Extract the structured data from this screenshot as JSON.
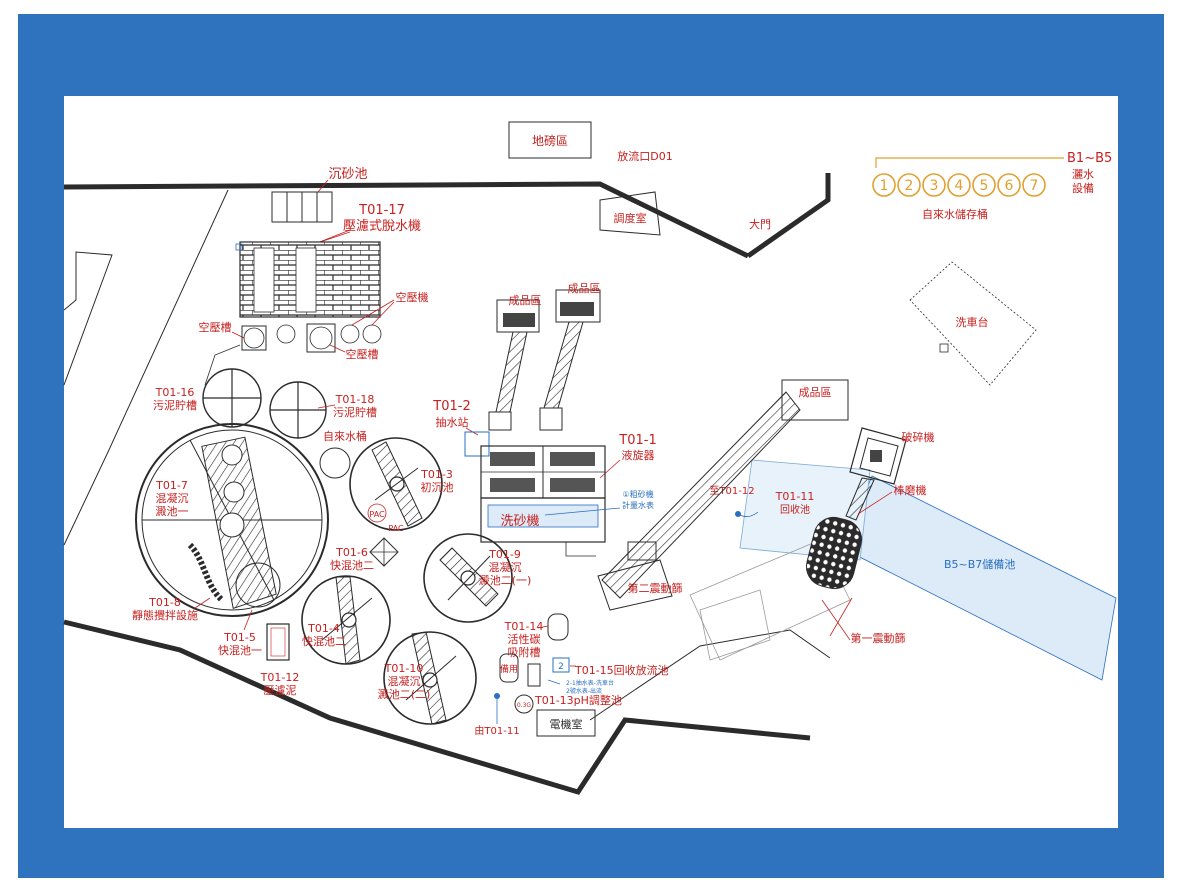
{
  "colors": {
    "border_blue": "#2f73bf",
    "wall": "#2b2b2b",
    "label_red": "#c8201f",
    "pipe_blue": "#2a6fc0",
    "tank_orange": "#e0a030",
    "pond_fill": "#dcebf7",
    "brick": "#b03a2e"
  },
  "top": {
    "soil_area": "地磅區",
    "outlet": "放流口D01",
    "dispatch_room": "調度室",
    "gate": "大門",
    "wash_platform": "洗車台"
  },
  "storage": {
    "b_label": "B1~B5",
    "equipment_line1": "灑水",
    "equipment_line2": "設備",
    "tanks": [
      "1",
      "2",
      "3",
      "4",
      "5",
      "6",
      "7"
    ],
    "caption": "自來水儲存桶"
  },
  "left_side": {
    "sand_pit": "沉砂池",
    "t01_17_id": "T01-17",
    "t01_17_name": "壓濾式脫水機",
    "air_compressor": "空壓機",
    "air_tank_left": "空壓槽",
    "air_tank_right": "空壓槽",
    "t01_16_id": "T01-16",
    "t01_16_name": "污泥貯槽",
    "t01_18_id": "T01-18",
    "t01_18_name": "污泥貯槽",
    "tap_water_bucket": "自來水桶",
    "t01_7_id": "T01-7",
    "t01_7_line1": "混凝沉",
    "t01_7_line2": "澱池一",
    "t01_8_id": "T01-8",
    "t01_8_name": "靜態攪拌設施",
    "t01_5_id": "T01-5",
    "t01_5_name": "快混池一",
    "t01_12_id": "T01-12",
    "t01_12_name": "壓濾泥"
  },
  "middle": {
    "product_area_left": "成品區",
    "product_area_right": "成品區",
    "t01_2_id": "T01-2",
    "t01_2_name": "抽水站",
    "t01_1_id": "T01-1",
    "t01_1_name": "液旋器",
    "t01_3_id": "T01-3",
    "t01_3_name": "初沉池",
    "pac_left": "PAC",
    "pac_right": "PAC",
    "t01_6_id": "T01-6",
    "t01_6_name": "快混池二",
    "sand_washer": "洗砂機",
    "flow_meter_line1": "①粗砂機",
    "flow_meter_line2": "計量水表",
    "t01_9_id": "T01-9",
    "t01_9_line1": "混凝沉",
    "t01_9_line2": "澱池二(一)",
    "t01_4_id": "T01-4",
    "t01_4_name": "快混池二",
    "t01_10_id": "T01-10",
    "t01_10_line1": "混凝沉",
    "t01_10_line2": "澱池二(二)",
    "t01_14_id": "T01-14",
    "t01_14_line1": "活性碳",
    "t01_14_line2": "吸附槽",
    "spare": "備用",
    "box_num": "2",
    "t01_15": "T01-15回收放流池",
    "note_line1": "2-1抽水表-洗車台",
    "note_line2": "2號水表-出流",
    "t01_13": "T01-13pH調整池",
    "from_t01_11": "由T01-11",
    "circle_small": "0.3G",
    "electric_room": "電機室"
  },
  "right_side": {
    "product_area": "成品區",
    "crusher": "破碎機",
    "to_t01_12": "至T01-12",
    "t01_11_id": "T01-11",
    "t01_11_name": "回收池",
    "rod_mill": "棒磨機",
    "second_screen": "第二震動篩",
    "first_screen": "第一震動篩",
    "reserve_pond": "B5~B7儲備池"
  }
}
